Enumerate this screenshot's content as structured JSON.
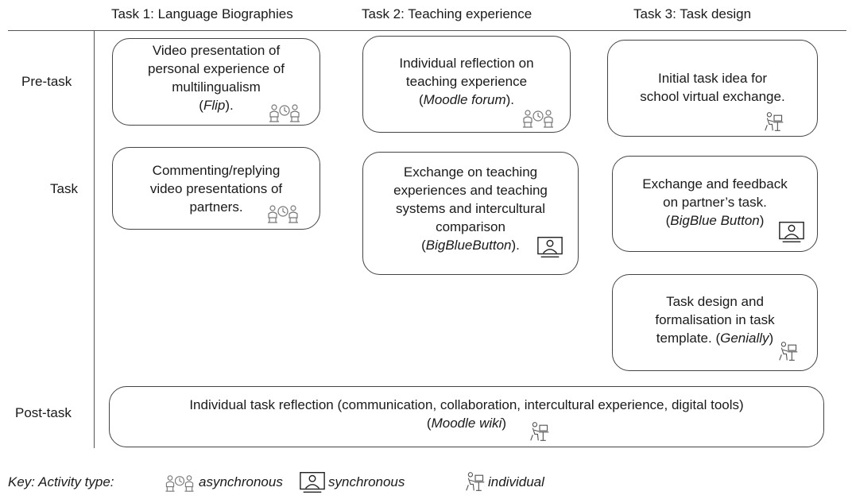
{
  "columns": [
    "Task 1: Language Biographies",
    "Task 2: Teaching experience",
    "Task 3: Task design"
  ],
  "rows": [
    "Pre-task",
    "Task",
    "Post-task"
  ],
  "cells": {
    "t1_pre": {
      "lines": [
        "Video presentation of",
        "personal experience of",
        "multilingualism"
      ],
      "tool": "Flip",
      "tool_suffix": ").",
      "icon": "asynchronous-icon"
    },
    "t2_pre": {
      "lines": [
        "Individual reflection on",
        "teaching experience"
      ],
      "tool": "Moodle forum",
      "tool_suffix": ").",
      "icon": "asynchronous-icon"
    },
    "t3_pre": {
      "lines": [
        "Initial task idea for",
        "school virtual exchange."
      ],
      "icon": "individual-icon"
    },
    "t1_task": {
      "lines": [
        "Commenting/replying",
        "video presentations of",
        "partners."
      ],
      "icon": "asynchronous-icon"
    },
    "t2_task": {
      "lines": [
        "Exchange on teaching",
        "experiences and teaching",
        "systems and intercultural",
        "comparison"
      ],
      "tool": "BigBlueButton",
      "tool_suffix": ").",
      "icon": "synchronous-icon"
    },
    "t3_task": {
      "lines": [
        "Exchange and feedback",
        "on partner’s task."
      ],
      "tool": "BigBlue Button",
      "tool_suffix": ")",
      "icon": "synchronous-icon"
    },
    "t3_task2": {
      "lines": [
        "Task design and",
        "formalisation in task",
        "template. ("
      ],
      "tool": "Genially",
      "tool_suffix": ")",
      "icon": "individual-icon"
    },
    "post": {
      "lines": [
        "Individual task reflection (communication, collaboration, intercultural experience, digital tools)"
      ],
      "tool": "Moodle wiki",
      "tool_suffix": ")",
      "icon": "individual-icon"
    }
  },
  "key": {
    "prefix": "Key: Activity type:",
    "asynchronous": "asynchronous",
    "synchronous": "synchronous",
    "individual": "individual"
  }
}
